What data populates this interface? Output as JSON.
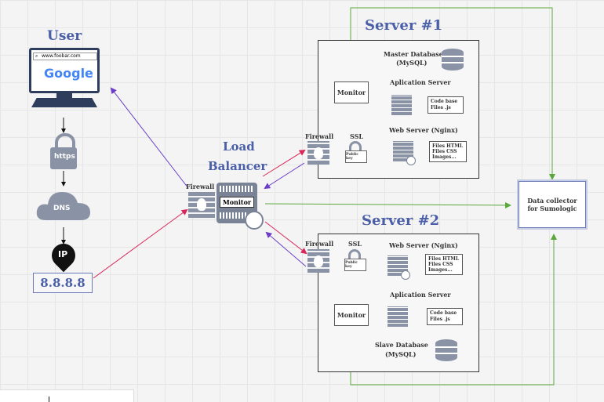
{
  "user": {
    "title": "User",
    "url": "www.foobar.com",
    "search_brand": "Google",
    "https_label": "https",
    "dns_label": "DNS",
    "ip_label": "IP",
    "ip_address": "8.8.8.8"
  },
  "load_balancer": {
    "title_line1": "Load",
    "title_line2": "Balancer",
    "firewall_label": "Firewall",
    "monitor_label": "Monitor"
  },
  "server1": {
    "title": "Server #1",
    "firewall_label": "Firewall",
    "ssl_label": "SSL",
    "public_key_label": "Public key",
    "monitor_label": "Monitor",
    "master_db_line1": "Master Database",
    "master_db_line2": "(MySQL)",
    "app_server_label": "Aplication Server",
    "code_line1": "Code base",
    "code_line2": "Files .js",
    "web_server_label": "Web Server (Nginx)",
    "files_line1": "Files HTML",
    "files_line2": "Files CSS",
    "files_line3": "Images..."
  },
  "server2": {
    "title": "Server #2",
    "firewall_label": "Firewall",
    "ssl_label": "SSL",
    "public_key_label": "Public key",
    "monitor_label": "Monitor",
    "web_server_label": "Web Server (Nginx)",
    "files_line1": "Files HTML",
    "files_line2": "Files CSS",
    "files_line3": "Images...",
    "app_server_label": "Aplication Server",
    "code_line1": "Code base",
    "code_line2": "Files .js",
    "slave_db_line1": "Slave Database",
    "slave_db_line2": "(MySQL)"
  },
  "collector": {
    "line1": "Data collector",
    "line2": "for Sumologic"
  },
  "colors": {
    "title_blue": "#4a5fa8",
    "arrow_purple": "#6a3cc8",
    "arrow_red": "#d8285a",
    "arrow_green": "#5aa83c"
  }
}
